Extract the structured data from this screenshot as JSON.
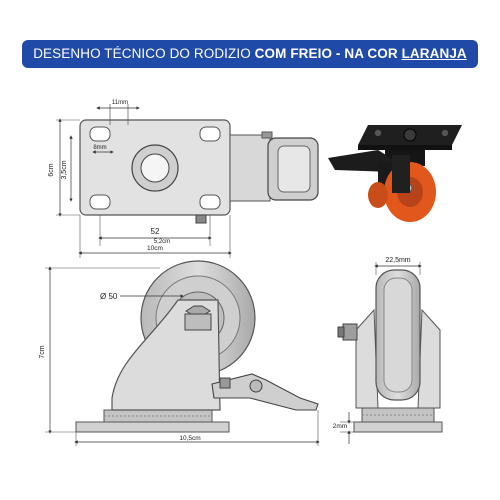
{
  "banner": {
    "prefix": "DESENHO TÉCNICO DO RODIZIO ",
    "bold": "COM FREIO - NA COR ",
    "underlined": "LARANJA"
  },
  "top_view": {
    "dim_hole_gap": "11mm",
    "dim_hole_size": "8mm",
    "dim_height_outer": "6cm",
    "dim_height_inner": "3,5cm",
    "dim_hole_spacing": "52",
    "dim_plate_width": "5,2cm",
    "dim_total_length": "10cm"
  },
  "side_view": {
    "dim_wheel_diameter": "Ø 50",
    "dim_total_height": "7cm",
    "dim_base_length": "10,5cm"
  },
  "front_view": {
    "dim_wheel_width": "22,5mm",
    "dim_plate_thickness": "2mm"
  },
  "colors": {
    "banner": "#1f4aa8",
    "wheel": "#e2571c",
    "metal": "#1a1a1a"
  }
}
